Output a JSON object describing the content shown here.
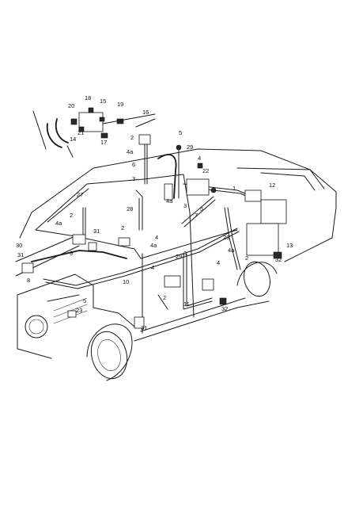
{
  "callouts": [
    {
      "id": "c-18",
      "text": "18"
    },
    {
      "id": "c-15",
      "text": "15"
    },
    {
      "id": "c-19",
      "text": "19"
    },
    {
      "id": "c-20",
      "text": "20"
    },
    {
      "id": "c-16",
      "text": "16"
    },
    {
      "id": "c-21",
      "text": "21"
    },
    {
      "id": "c-14",
      "text": "14"
    },
    {
      "id": "c-17",
      "text": "17"
    },
    {
      "id": "c-2a",
      "text": "2"
    },
    {
      "id": "c-4a1",
      "text": "4a"
    },
    {
      "id": "c-5a",
      "text": "5"
    },
    {
      "id": "c-6",
      "text": "6"
    },
    {
      "id": "c-29a",
      "text": "29"
    },
    {
      "id": "c-4b",
      "text": "4"
    },
    {
      "id": "c-22",
      "text": "22"
    },
    {
      "id": "c-3a",
      "text": "3"
    },
    {
      "id": "c-12",
      "text": "12"
    },
    {
      "id": "c-27",
      "text": "27"
    },
    {
      "id": "c-2b",
      "text": "2"
    },
    {
      "id": "c-28a",
      "text": "28"
    },
    {
      "id": "c-4a2",
      "text": "4a"
    },
    {
      "id": "c-1",
      "text": "1"
    },
    {
      "id": "c-3b",
      "text": "3"
    },
    {
      "id": "c-5b",
      "text": "5"
    },
    {
      "id": "c-7",
      "text": "7"
    },
    {
      "id": "c-4a3",
      "text": "4a"
    },
    {
      "id": "c-31a",
      "text": "31"
    },
    {
      "id": "c-2c",
      "text": "2"
    },
    {
      "id": "c-4c",
      "text": "4"
    },
    {
      "id": "c-4a4",
      "text": "4a"
    },
    {
      "id": "c-28b",
      "text": "28"
    },
    {
      "id": "c-13",
      "text": "13"
    },
    {
      "id": "c-30",
      "text": "30"
    },
    {
      "id": "c-31b",
      "text": "31"
    },
    {
      "id": "c-9",
      "text": "9"
    },
    {
      "id": "c-29b",
      "text": "29"
    },
    {
      "id": "c-3c",
      "text": "3"
    },
    {
      "id": "c-4d",
      "text": "4"
    },
    {
      "id": "c-4a5",
      "text": "4a"
    },
    {
      "id": "c-2d",
      "text": "2"
    },
    {
      "id": "c-32a",
      "text": "32"
    },
    {
      "id": "c-8",
      "text": "8"
    },
    {
      "id": "c-10",
      "text": "10"
    },
    {
      "id": "c-4e",
      "text": "4"
    },
    {
      "id": "c-2e",
      "text": "2"
    },
    {
      "id": "c-11",
      "text": "11"
    },
    {
      "id": "c-5c",
      "text": "5"
    },
    {
      "id": "c-23",
      "text": "23"
    },
    {
      "id": "c-31c",
      "text": "31"
    },
    {
      "id": "c-32b",
      "text": "32"
    }
  ],
  "colors": {
    "line": "#1a1a1a",
    "background": "#ffffff"
  }
}
